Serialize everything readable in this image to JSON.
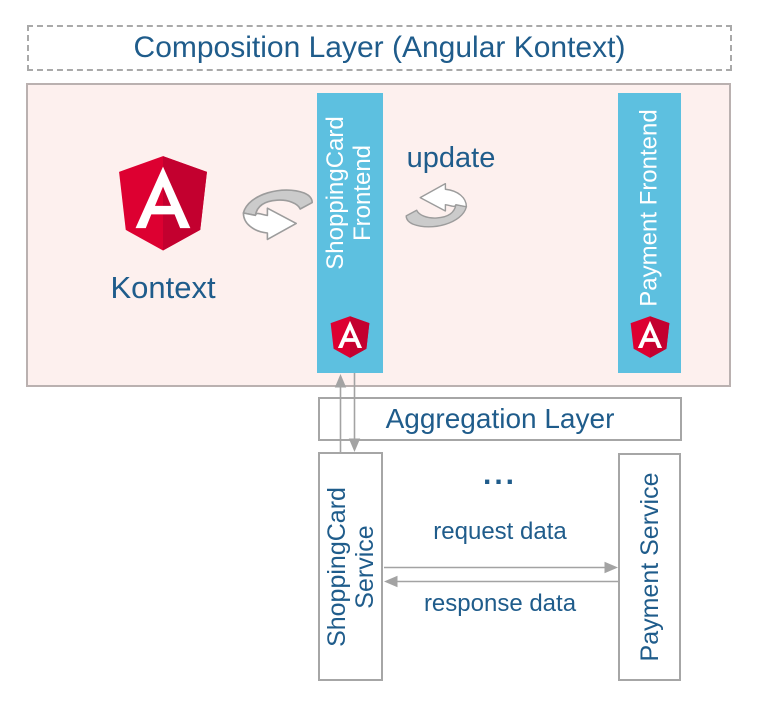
{
  "colors": {
    "text_blue": "#1f5c8b",
    "context_pink": "#fdf0ee",
    "bar_blue": "#5dc0e0",
    "connector_gray": "#a3a3a3",
    "angular_red": "#dd0031",
    "angular_dark_red": "#c3002f"
  },
  "composition_layer": {
    "title": "Composition Layer (Angular Kontext)"
  },
  "context": {
    "label": "Kontext"
  },
  "update": {
    "label": "update"
  },
  "shoppingcard_frontend": {
    "line1": "ShoppingCard",
    "line2": "Frontend"
  },
  "payment_frontend": {
    "label": "Payment Frontend"
  },
  "aggregation_layer": {
    "title": "Aggregation Layer"
  },
  "shoppingcard_service": {
    "line1": "ShoppingCard",
    "line2": "Service"
  },
  "payment_service": {
    "label": "Payment Service"
  },
  "services": {
    "ellipsis": "...",
    "request_label": "request data",
    "response_label": "response data"
  }
}
